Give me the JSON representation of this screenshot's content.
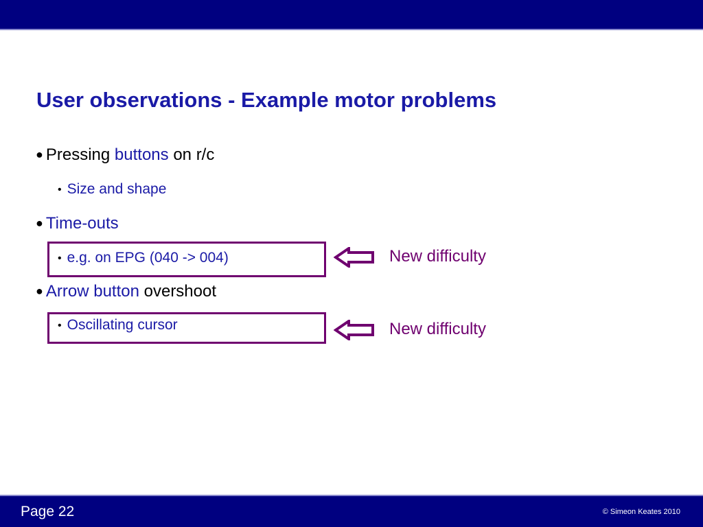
{
  "slide": {
    "title": "User observations - Example motor problems",
    "bullets": [
      {
        "parts": [
          "Pressing ",
          "buttons",
          " on r/c"
        ],
        "sub": "Size and shape"
      },
      {
        "text": "Time-outs",
        "sub": "e.g. on EPG (040 -> 004)"
      },
      {
        "parts": [
          "Arrow button",
          " overshoot"
        ],
        "sub": "Oscillating cursor"
      }
    ],
    "notes": [
      "New difficulty",
      "New difficulty"
    ]
  },
  "footer": {
    "page_label": "Page 22",
    "copyright": "© Simeon Keates 2010"
  },
  "colors": {
    "header_bar": "#000080",
    "title_text": "#1a1aa6",
    "highlight": "#6f006f"
  },
  "icons": {
    "bullet": "bullet-dot-icon",
    "pointer": "left-double-arrow-icon"
  }
}
